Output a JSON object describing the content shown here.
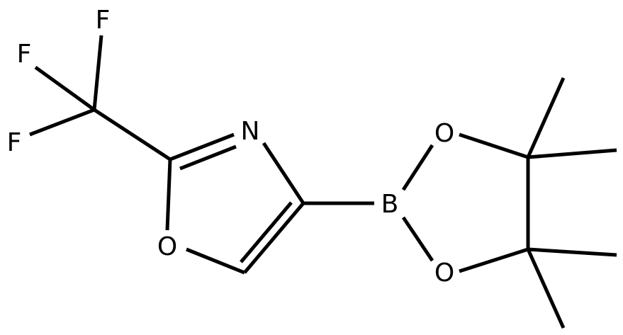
{
  "atoms": {
    "F1": "F",
    "F2": "F",
    "F3": "F",
    "N": "N",
    "O_ring": "O",
    "B": "B",
    "O_top": "O",
    "O_bottom": "O"
  },
  "colors": {
    "line": "#000000",
    "background": "#ffffff"
  }
}
